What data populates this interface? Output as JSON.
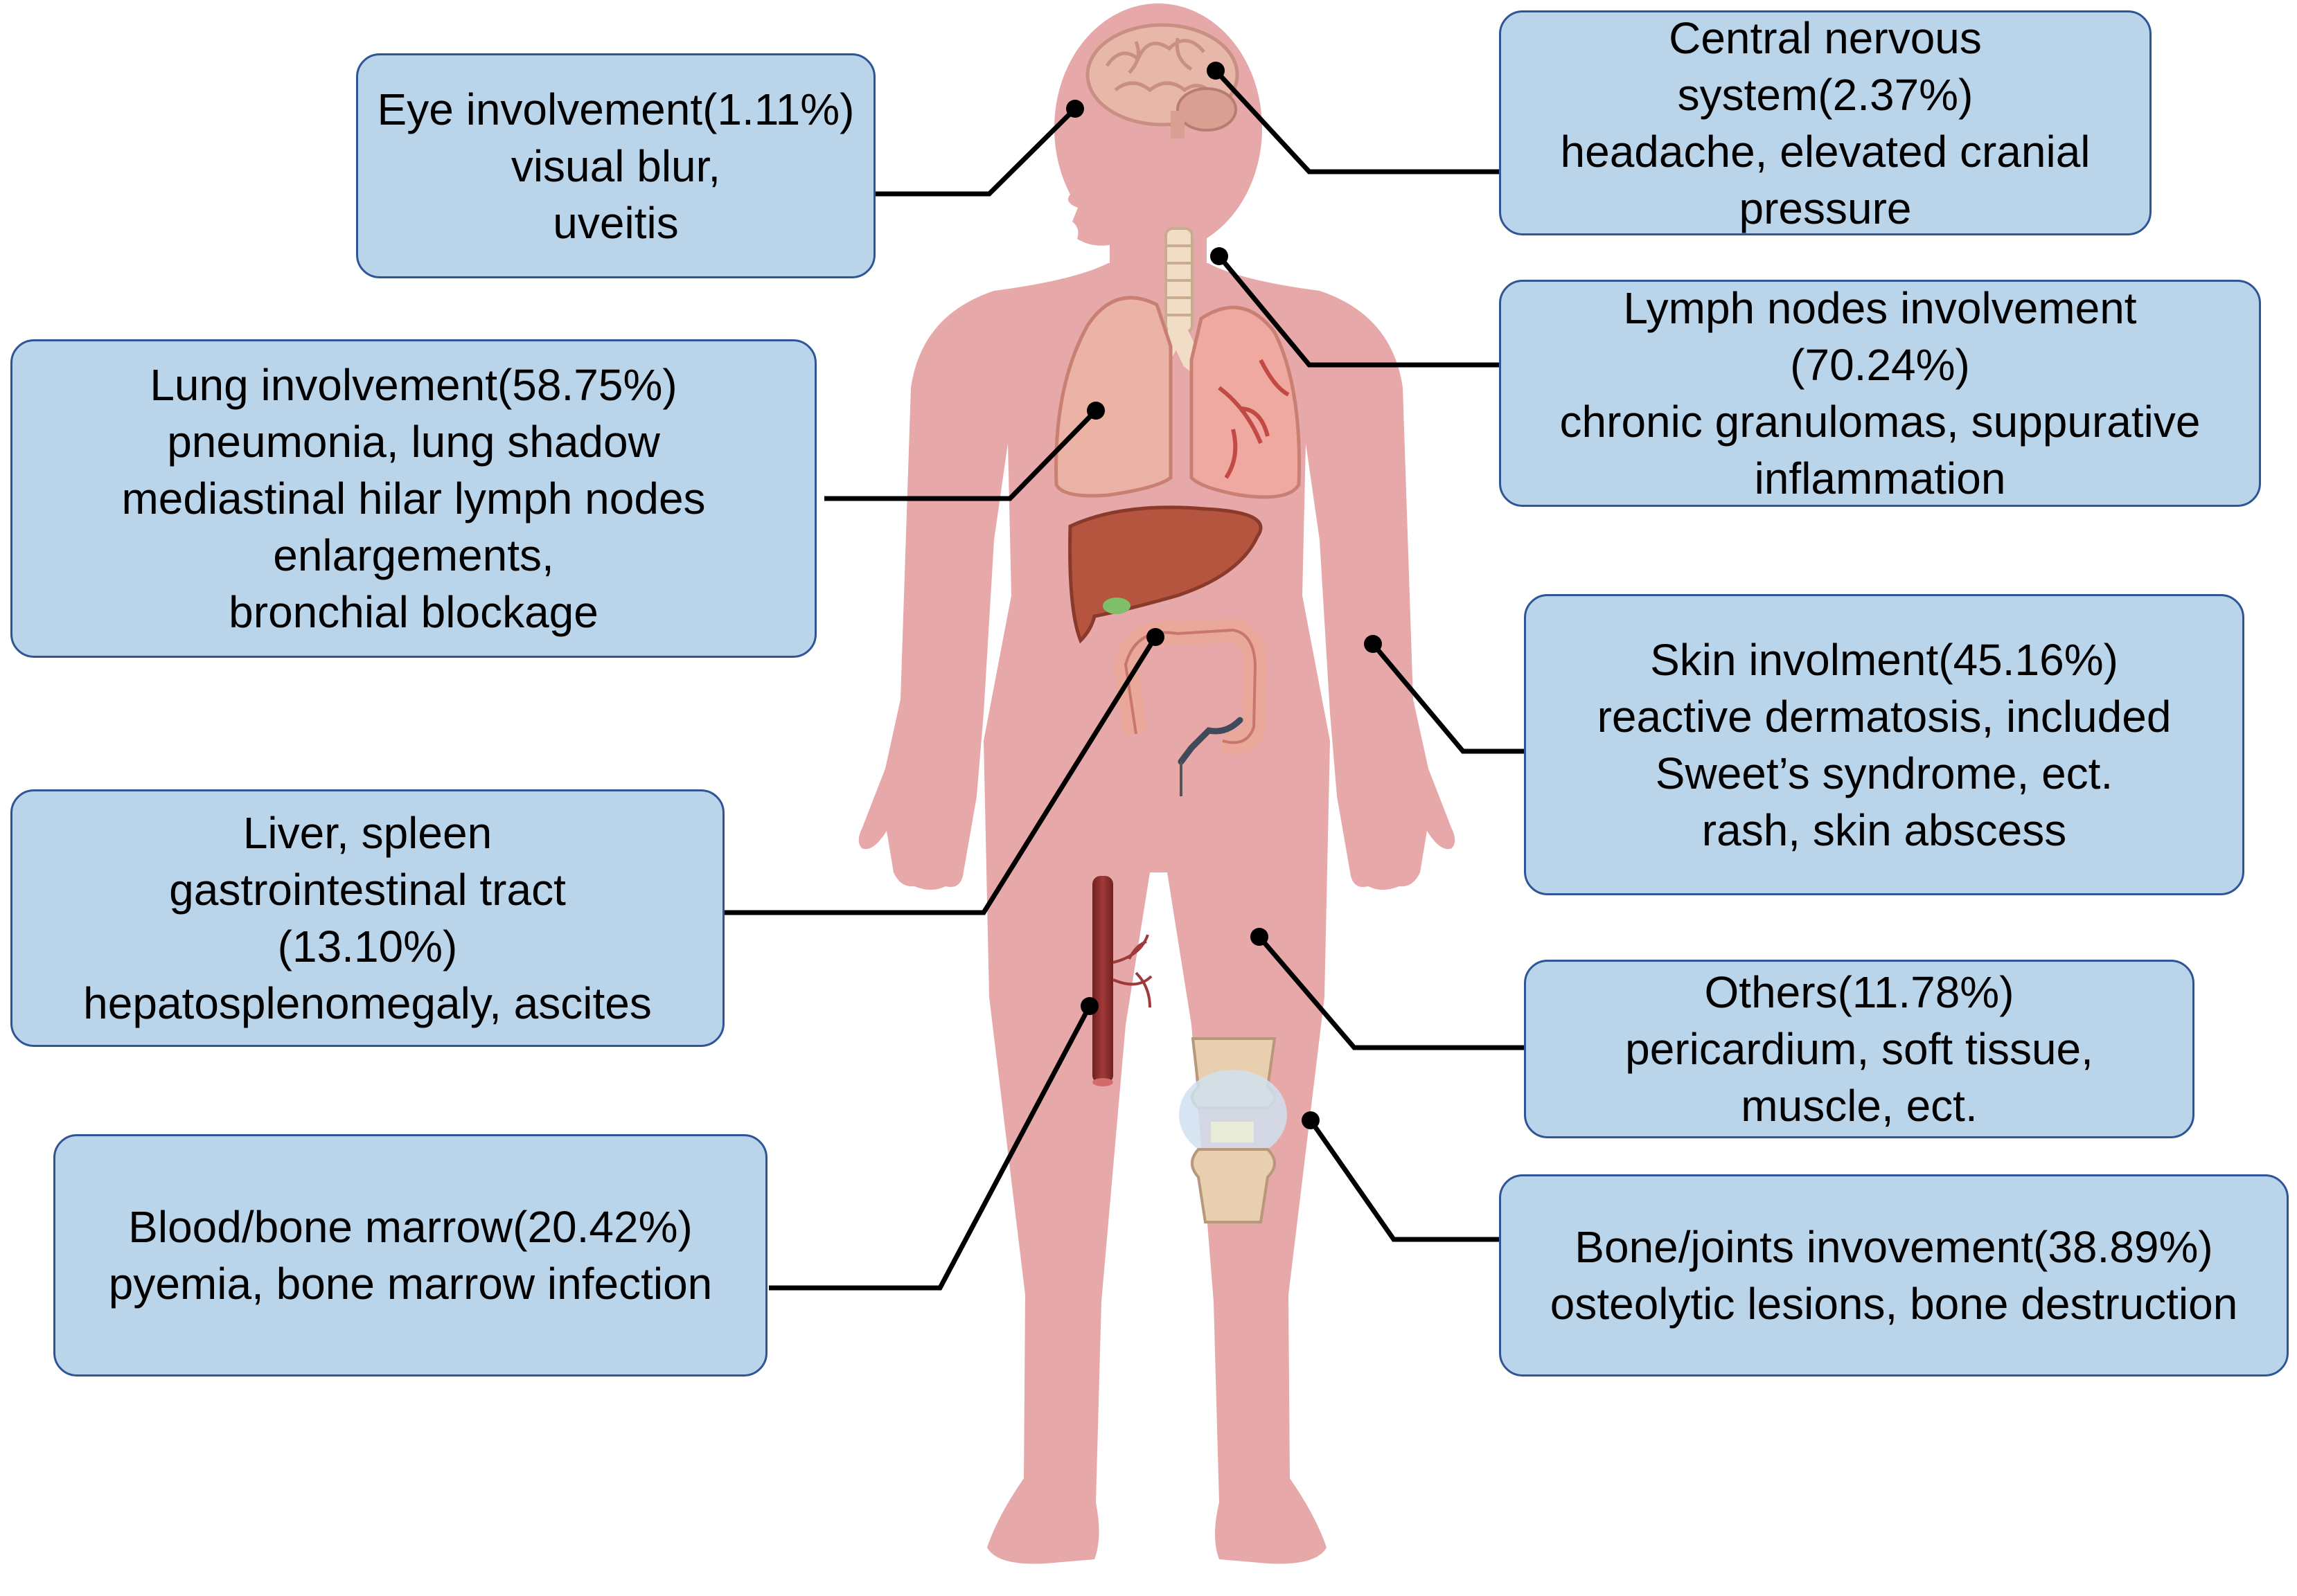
{
  "colors": {
    "box_fill": "#bad4ea",
    "box_border": "#2f5597",
    "body": "#e6a8a8",
    "connector": "#000000"
  },
  "boxes": {
    "eye": {
      "lines": [
        "Eye involvement(1.11%)",
        "visual blur,",
        "uveitis"
      ]
    },
    "cns": {
      "lines": [
        "Central nervous",
        "system(2.37%)",
        "headache, elevated cranial",
        "pressure"
      ]
    },
    "lymph": {
      "lines": [
        "Lymph nodes involvement",
        "(70.24%)",
        "chronic granulomas, suppurative",
        "inflammation"
      ]
    },
    "lung": {
      "lines": [
        "Lung involvement(58.75%)",
        "pneumonia, lung shadow",
        "mediastinal hilar lymph nodes",
        "enlargements,",
        "bronchial blockage"
      ]
    },
    "skin": {
      "lines": [
        "Skin involment(45.16%)",
        "reactive dermatosis, included",
        "Sweet’s syndrome, ect.",
        "rash, skin abscess"
      ]
    },
    "liver": {
      "lines": [
        "Liver, spleen",
        "gastrointestinal tract",
        "(13.10%)",
        "hepatosplenomegaly, ascites"
      ]
    },
    "others": {
      "lines": [
        "Others(11.78%)",
        "pericardium, soft tissue,",
        "muscle, ect."
      ]
    },
    "blood": {
      "lines": [
        "Blood/bone marrow(20.42%)",
        "pyemia, bone marrow infection"
      ]
    },
    "bone": {
      "lines": [
        "Bone/joints invovement(38.89%)",
        "osteolytic lesions, bone destruction"
      ]
    }
  },
  "icons": [
    "body-silhouette-icon",
    "brain-icon",
    "trachea-icon",
    "lungs-icon",
    "liver-icon",
    "intestine-icon",
    "blood-vessel-icon",
    "knee-joint-icon"
  ]
}
